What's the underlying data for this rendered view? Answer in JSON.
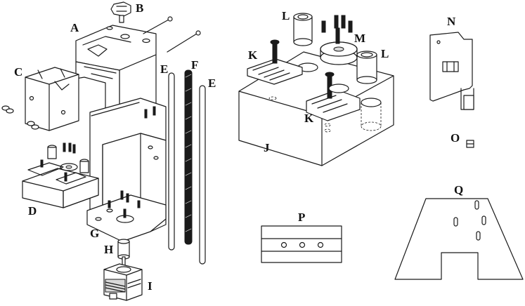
{
  "labels": {
    "A": "A",
    "B": "B",
    "C": "C",
    "D": "D",
    "E1": "E",
    "E2": "E",
    "F": "F",
    "G": "G",
    "H": "H",
    "I": "I",
    "J": "J",
    "K1": "K",
    "K2": "K",
    "L1": "L",
    "L2": "L",
    "M": "M",
    "N": "N",
    "O": "O",
    "P": "P",
    "Q": "Q"
  },
  "colors": {
    "line": "#1a1a1a",
    "background": "#ffffff",
    "fill_light": "#d9d9d9"
  }
}
